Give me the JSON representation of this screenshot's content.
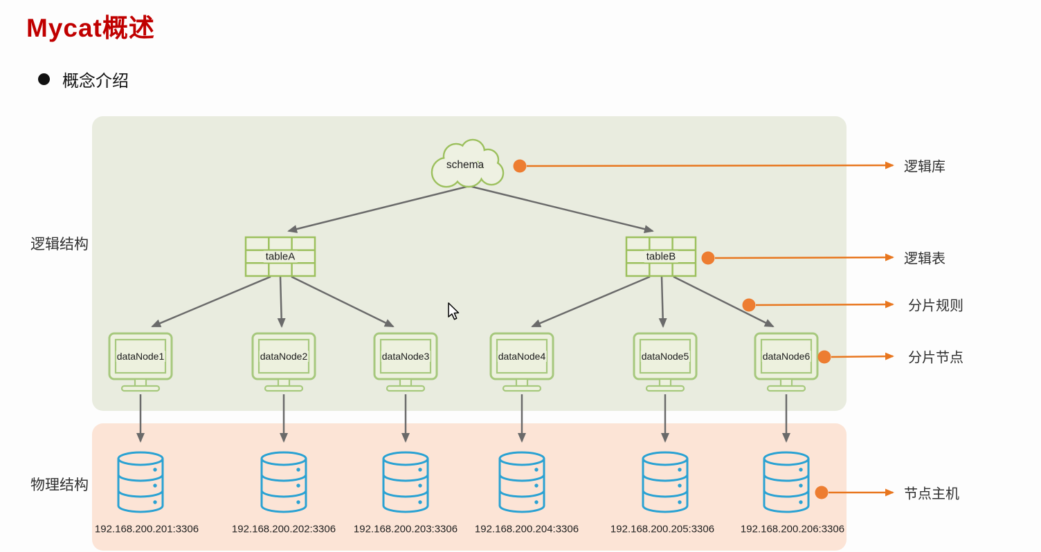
{
  "title": "Mycat概述",
  "section": {
    "label": "概念介绍"
  },
  "diagram": {
    "left_labels": {
      "logical": "逻辑结构",
      "physical": "物理结构"
    },
    "schema_label": "schema",
    "tables": [
      {
        "label": "tableA"
      },
      {
        "label": "tableB"
      }
    ],
    "nodes": [
      {
        "label": "dataNode1",
        "host": "192.168.200.201:3306"
      },
      {
        "label": "dataNode2",
        "host": "192.168.200.202:3306"
      },
      {
        "label": "dataNode3",
        "host": "192.168.200.203:3306"
      },
      {
        "label": "dataNode4",
        "host": "192.168.200.204:3306"
      },
      {
        "label": "dataNode5",
        "host": "192.168.200.205:3306"
      },
      {
        "label": "dataNode6",
        "host": "192.168.200.206:3306"
      }
    ],
    "callouts": [
      {
        "label": "逻辑库"
      },
      {
        "label": "逻辑表"
      },
      {
        "label": "分片规则"
      },
      {
        "label": "分片节点"
      },
      {
        "label": "节点主机"
      }
    ],
    "colors": {
      "title_red": "#c00000",
      "logical_panel_bg": "#e9ecdf",
      "physical_panel_bg": "#fce4d6",
      "shape_green": "#9cc05d",
      "monitor_green": "#a6c87d",
      "cylinder_blue": "#2aa2d3",
      "arrow_gray": "#6a6a6a",
      "callout_orange": "#ed7d31"
    }
  }
}
